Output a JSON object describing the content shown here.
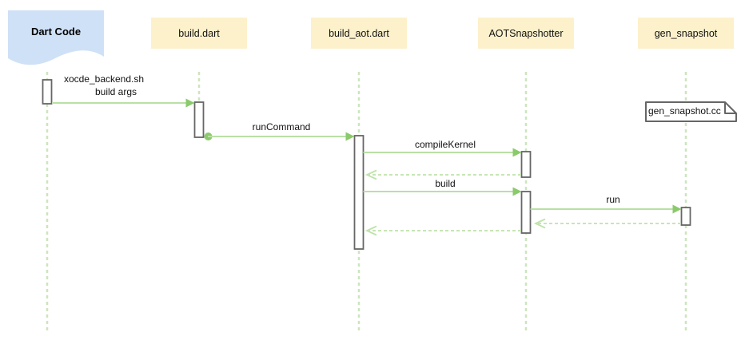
{
  "diagram": {
    "type": "sequence-diagram",
    "source_actor": {
      "label": "Dart Code"
    },
    "actors": [
      {
        "label": "build.dart"
      },
      {
        "label": "build_aot.dart"
      },
      {
        "label": "AOTSnapshotter"
      },
      {
        "label": "gen_snapshot"
      }
    ],
    "messages": [
      {
        "label": "xocde_backend.sh",
        "from": "Dart Code",
        "to": "build.dart",
        "style": "solid"
      },
      {
        "label": "build args",
        "from": "Dart Code",
        "to": "build.dart",
        "style": "solid"
      },
      {
        "label": "runCommand",
        "from": "build.dart",
        "to": "build_aot.dart",
        "style": "solid"
      },
      {
        "label": "compileKernel",
        "from": "build_aot.dart",
        "to": "AOTSnapshotter",
        "style": "solid"
      },
      {
        "label": "build",
        "from": "build_aot.dart",
        "to": "AOTSnapshotter",
        "style": "solid"
      },
      {
        "label": "run",
        "from": "AOTSnapshotter",
        "to": "gen_snapshot",
        "style": "solid"
      }
    ],
    "returns": [
      {
        "label": "",
        "from": "AOTSnapshotter",
        "to": "build_aot.dart",
        "style": "dashed"
      },
      {
        "label": "",
        "from": "gen_snapshot",
        "to": "AOTSnapshotter",
        "style": "dashed"
      },
      {
        "label": "",
        "from": "AOTSnapshotter",
        "to": "build_aot.dart",
        "style": "dashed"
      }
    ],
    "note": {
      "label": "gen_snapshot.cc"
    },
    "colors": {
      "actor_fill": "#FDF1CB",
      "source_actor_fill": "#CFE1F6",
      "lifeline_green": "#CDE5BC",
      "arrow_line_green": "#B9E1A4",
      "arrow_head_green": "#8BCA6B",
      "return_green": "#BFE3AA",
      "bar_border_gray": "#666666",
      "bar_fill": "#FFFFFF",
      "text": "#111111"
    }
  }
}
